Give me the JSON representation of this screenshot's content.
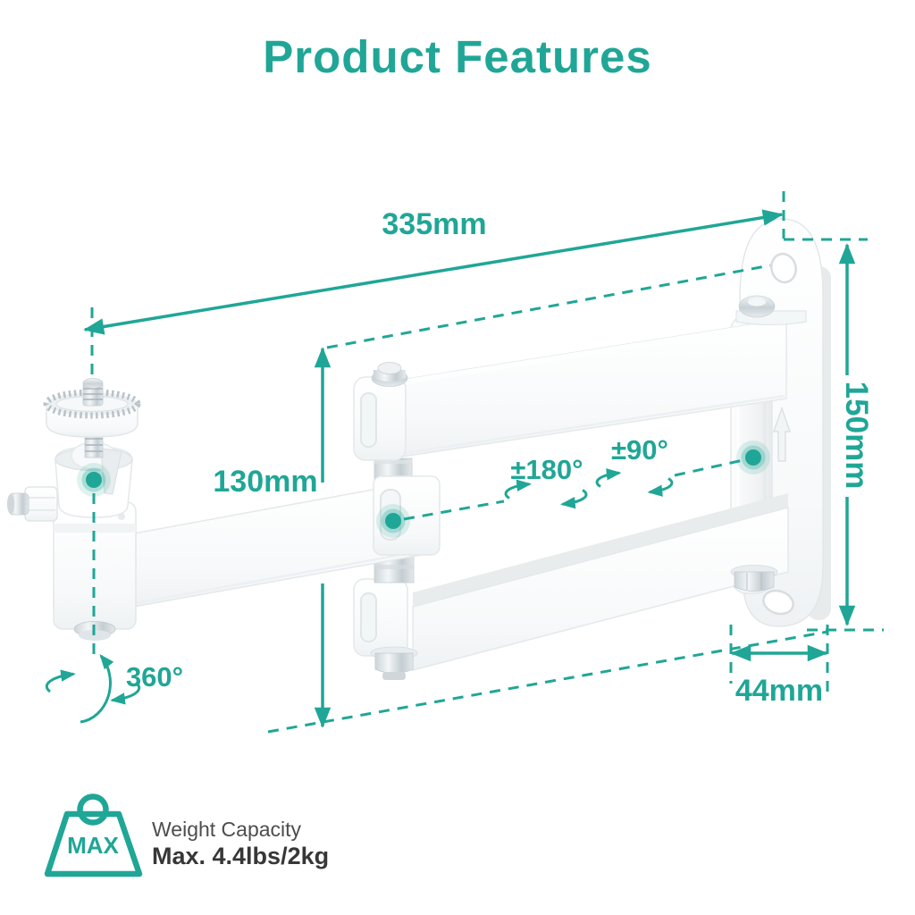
{
  "title": "Product Features",
  "annotations": {
    "arm_length": "335mm",
    "plate_height": "150mm",
    "arm_height": "130mm",
    "plate_width": "44mm",
    "elbow_swivel": "±180°",
    "wall_swivel": "±90°",
    "ball_rotation": "360°"
  },
  "weight_capacity": {
    "badge": "MAX",
    "label": "Weight Capacity",
    "value": "Max. 4.4lbs/2kg"
  },
  "colors": {
    "accent": "#20A696",
    "label_dark": "#373737",
    "label_gray": "#4D4D4D"
  }
}
